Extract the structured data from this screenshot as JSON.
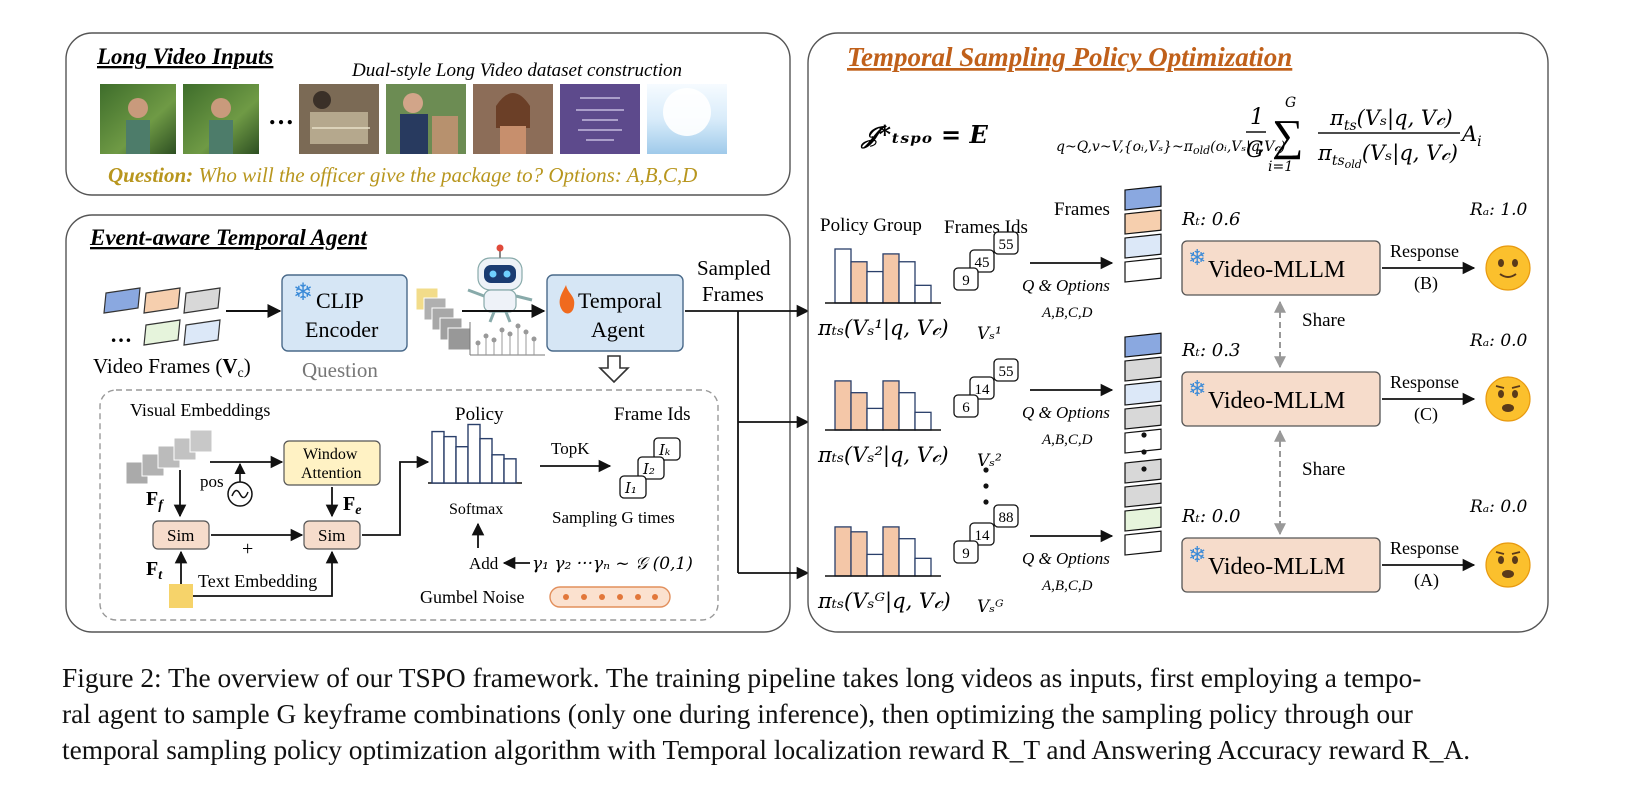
{
  "long_video": {
    "title": "Long Video Inputs",
    "subtitle": "Dual-style Long Video dataset construction",
    "ellipsis": "…",
    "question_label": "Question:",
    "question_text": " Who will the officer give the package to? Options: A,B,C,D"
  },
  "agent_panel": {
    "title": "Event-aware Temporal  Agent",
    "video_frames_label": "Video Frames (",
    "video_frames_symbol": "V",
    "video_frames_sub": "c",
    "video_frames_close": ")",
    "clip_line1": "CLIP",
    "clip_line2": "Encoder",
    "question_label": "Question",
    "temporal_line1": "Temporal",
    "temporal_line2": "Agent",
    "sampled_line1": "Sampled",
    "sampled_line2": "Frames",
    "visual_embeddings": "Visual Embeddings",
    "pos": "pos",
    "window_line1": "Window",
    "window_line2": "Attention",
    "ff": "F",
    "ff_sub": "f",
    "fe": "F",
    "fe_sub": "e",
    "ft": "F",
    "ft_sub": "t",
    "sim": "Sim",
    "plus": "+",
    "text_embedding": "Text Embedding",
    "policy": "Policy",
    "topk": "TopK",
    "frame_ids": "Frame Ids",
    "softmax": "Softmax",
    "sampling_g": "Sampling G times",
    "add": "Add",
    "gammas": "γ₁ γ₂  ···γₙ  ~ 𝒢 (0,1)",
    "gumbel_noise": "Gumbel Noise",
    "frame_id_labels": [
      "I₁",
      "I₂",
      "Iₖ"
    ]
  },
  "tspo_panel": {
    "title": "Temporal Sampling Policy Optimization",
    "objective": "𝒥*ₜₛₚₒ = E",
    "policy_group": "Policy Group",
    "frames_ids": "Frames Ids",
    "frames": "Frames",
    "q_options": "Q & Options",
    "abcd": "A,B,C,D",
    "share": "Share",
    "model": "Video-MLLM",
    "response": "Response",
    "groups": [
      {
        "pi": "πₜₛ(Vₛ¹|q, V𝒸)",
        "vs": "Vₛ¹",
        "ids": [
          "9",
          "45",
          "55"
        ],
        "rt": "Rₜ: 0.6",
        "ra": "Rₐ: 1.0",
        "answer": "(B)",
        "policy": [
          0.55,
          0.42,
          0.32,
          0.5,
          0.42,
          0.18
        ],
        "face": "happy"
      },
      {
        "pi": "πₜₛ(Vₛ²|q, V𝒸)",
        "vs": "Vₛ²",
        "ids": [
          "6",
          "14",
          "55"
        ],
        "rt": "Rₜ: 0.3",
        "ra": "Rₐ: 0.0",
        "answer": "(C)",
        "policy": [
          0.5,
          0.38,
          0.22,
          0.5,
          0.38,
          0.18
        ],
        "face": "worried"
      },
      {
        "pi": "πₜₛ(Vₛᴳ|q, V𝒸)",
        "vs": "Vₛᴳ",
        "ids": [
          "9",
          "14",
          "88"
        ],
        "rt": "Rₜ: 0.0",
        "ra": "Rₐ: 0.0",
        "answer": "(A)",
        "policy": [
          0.5,
          0.45,
          0.22,
          0.5,
          0.38,
          0.18
        ],
        "face": "worried"
      }
    ]
  },
  "caption": {
    "line1": "Figure 2: The overview of our TSPO framework. The training pipeline takes long videos as inputs, first employing a tempo-",
    "line2": "ral agent to sample G keyframe combinations (only one during inference), then optimizing the sampling policy through our",
    "line3": "temporal sampling policy optimization algorithm with Temporal localization reward R_T and Answering Accuracy reward R_A."
  },
  "colors": {
    "title_orange": "#c0601a",
    "question_gold": "#b8961e",
    "box_blue": "#d6e6f5",
    "box_peach": "#f6dccb",
    "box_yellow": "#fff2c4",
    "bar_peach": "#f4c7a8",
    "frame_blue": "#8aa8e0",
    "frame_peach": "#f6cfae",
    "frame_lightblue": "#dce8f8",
    "frame_green": "#e6f4dc",
    "frame_gray": "#d8d8d8"
  }
}
